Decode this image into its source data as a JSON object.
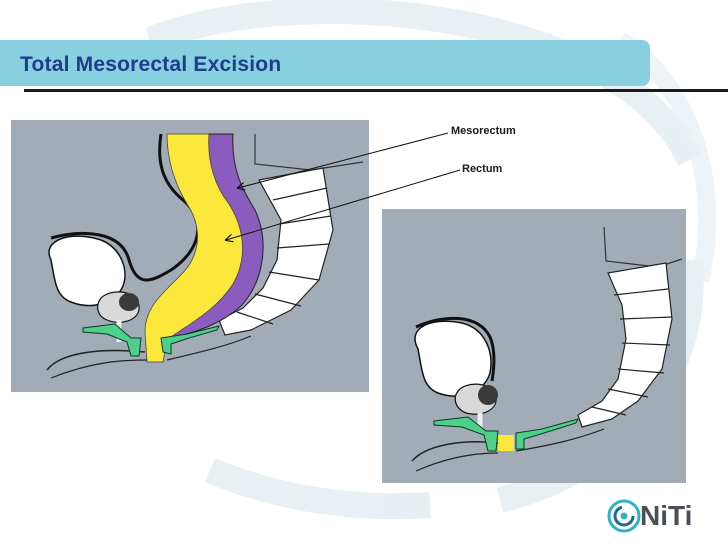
{
  "slide": {
    "title": "Total Mesorectal Excision"
  },
  "labels": {
    "mesorectum": "Mesorectum",
    "rectum": "Rectum"
  },
  "logo": {
    "text": "NiTi"
  },
  "colors": {
    "title_bar": "#88d0e0",
    "title_text": "#1f3d8a",
    "panel_bg": "#a2acb6",
    "rectum_yellow": "#fce83a",
    "mesorectum_purple": "#8a5cbd",
    "device_green": "#4ecf8a"
  }
}
